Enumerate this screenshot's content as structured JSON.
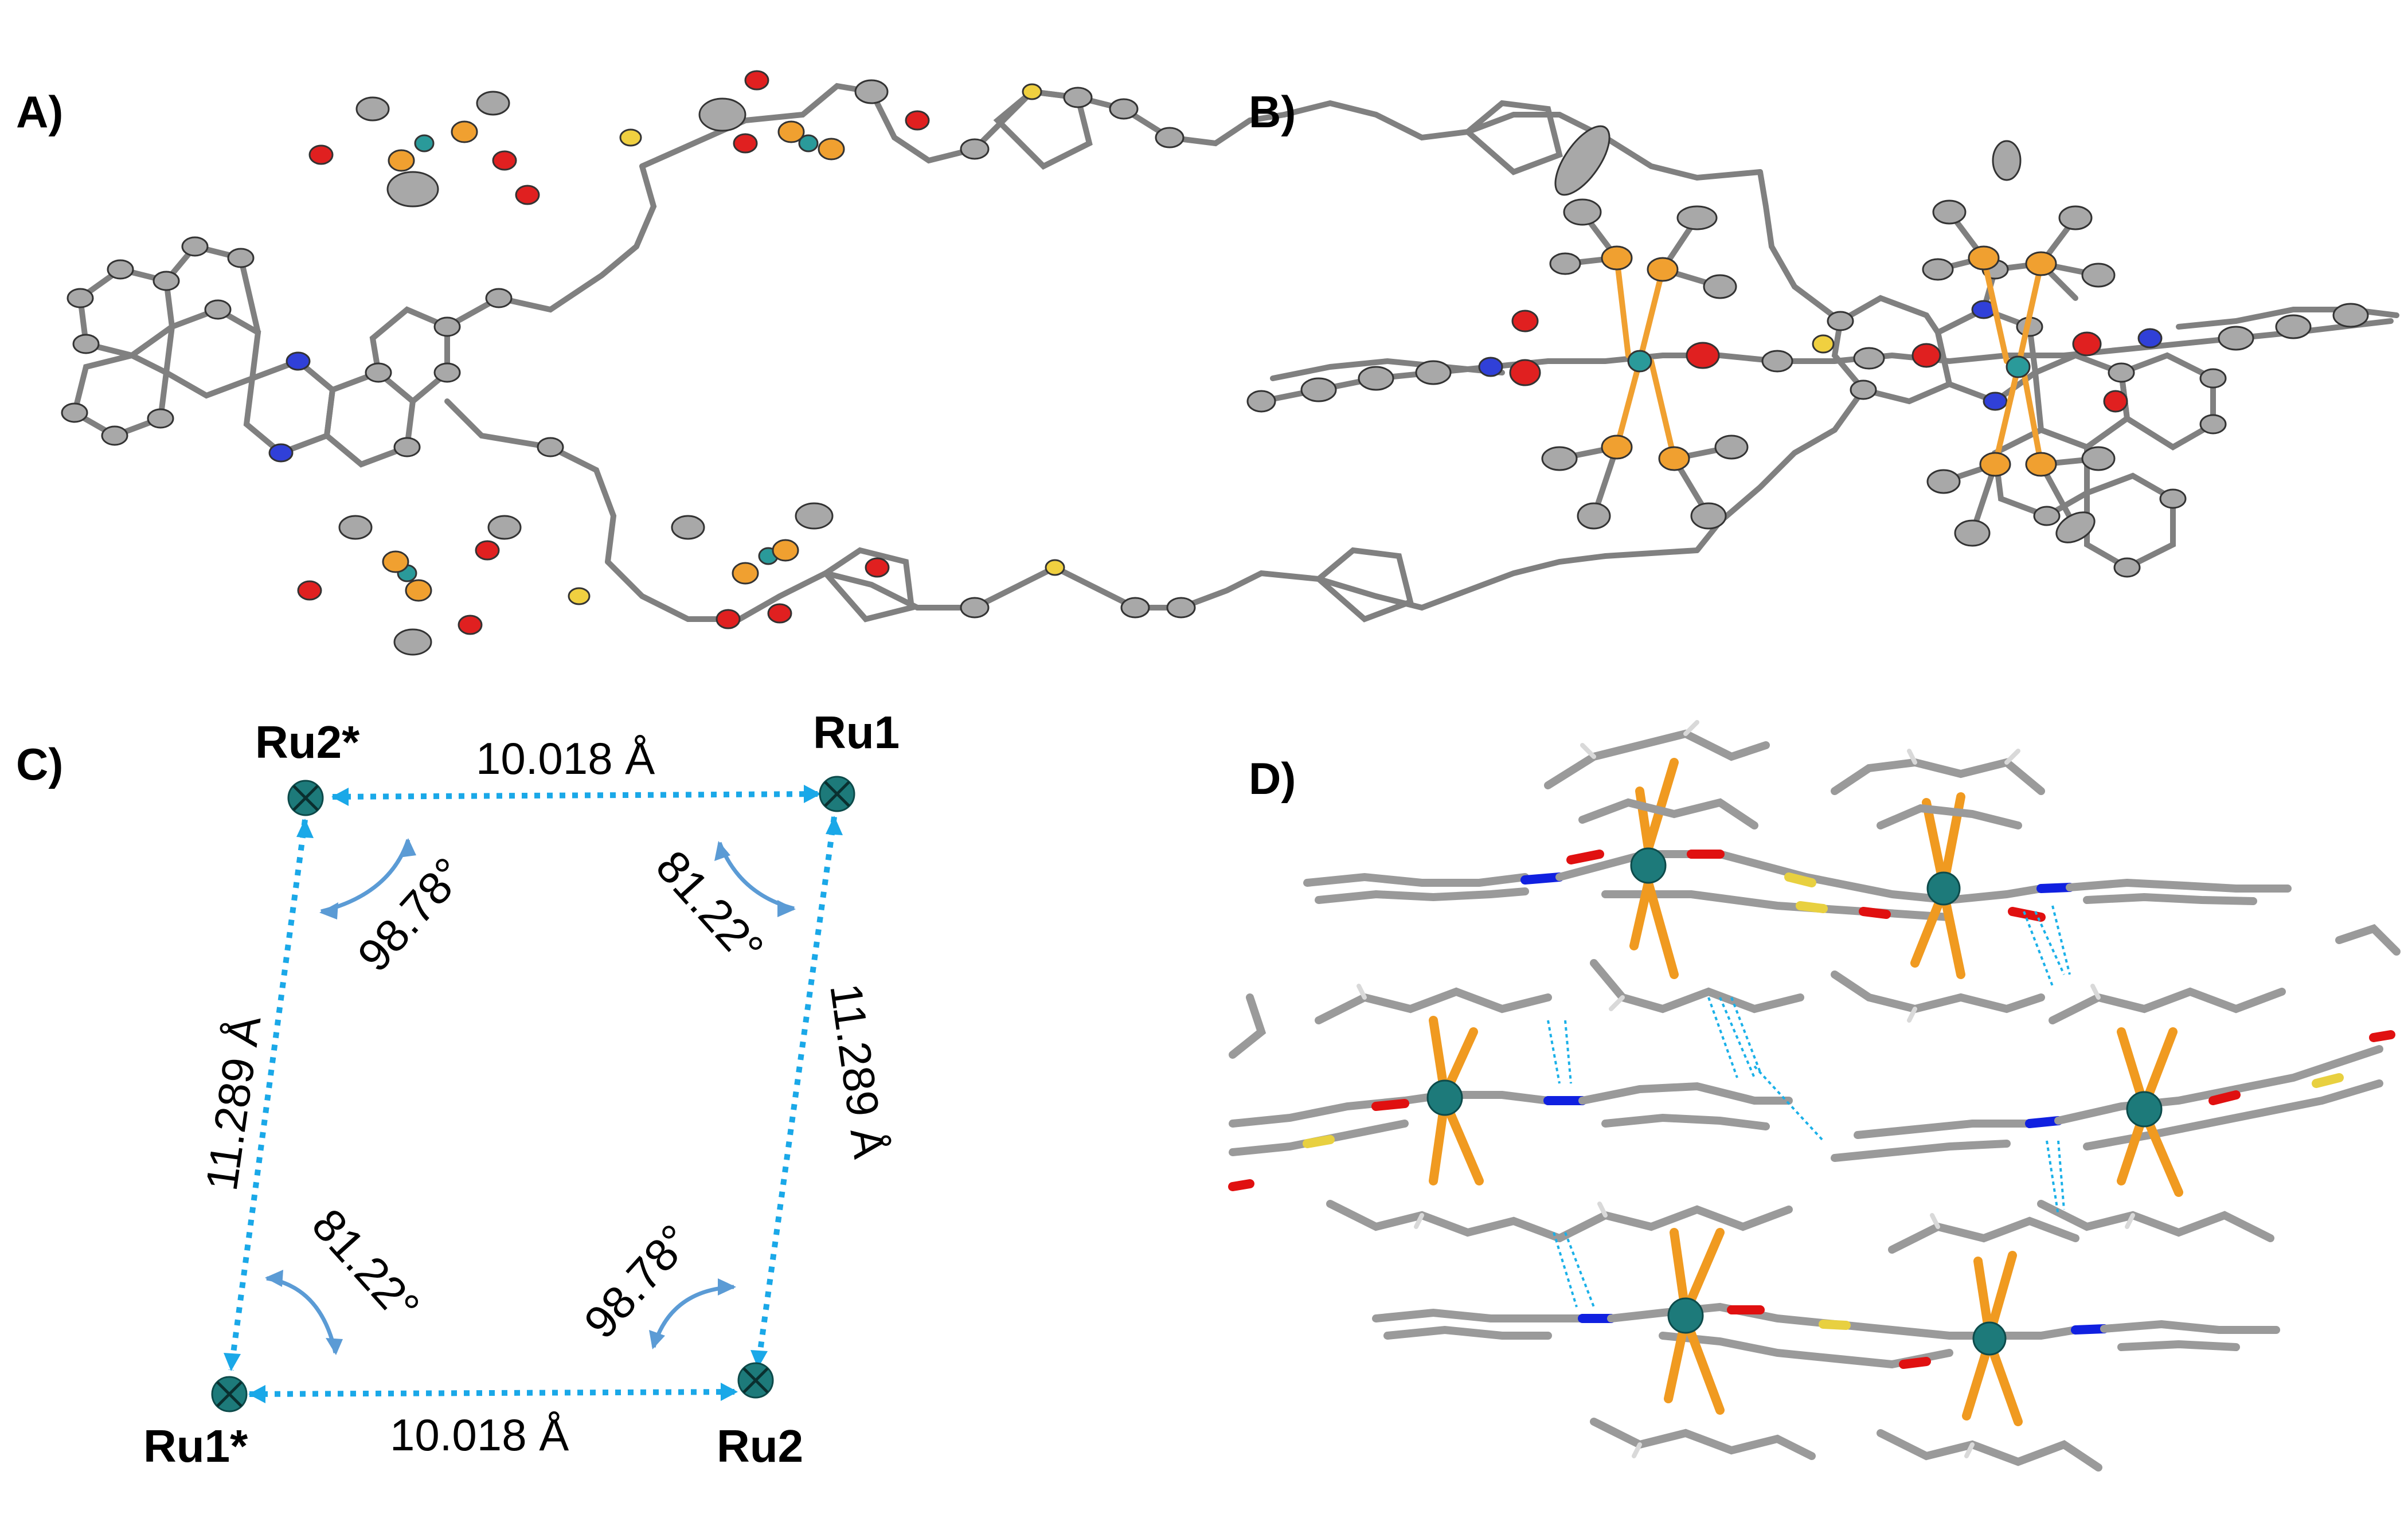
{
  "panels": {
    "a_label": "A)",
    "b_label": "B)",
    "c_label": "C)",
    "d_label": "D)"
  },
  "panel_c": {
    "atoms": {
      "ru2s": "Ru2*",
      "ru1": "Ru1",
      "ru1s": "Ru1*",
      "ru2": "Ru2"
    },
    "distances": {
      "top": "10.018 Å",
      "bottom": "10.018 Å",
      "left": "11.289 Å",
      "right": "11.289 Å"
    },
    "angles": {
      "top_left": "98.78°",
      "top_right": "81.22°",
      "bottom_left": "81.22°",
      "bottom_right": "98.78°"
    }
  },
  "colors": {
    "carbon": "#a8a8a8",
    "oxygen": "#e02020",
    "nitrogen": "#3040d8",
    "sulfur": "#f0d040",
    "phosphorus": "#f0a030",
    "ruthenium": "#2a9a9a",
    "distance_line": "#1aa8e8",
    "angle_arc": "#5b9bd5",
    "contact_line": "#1ab0e8"
  }
}
